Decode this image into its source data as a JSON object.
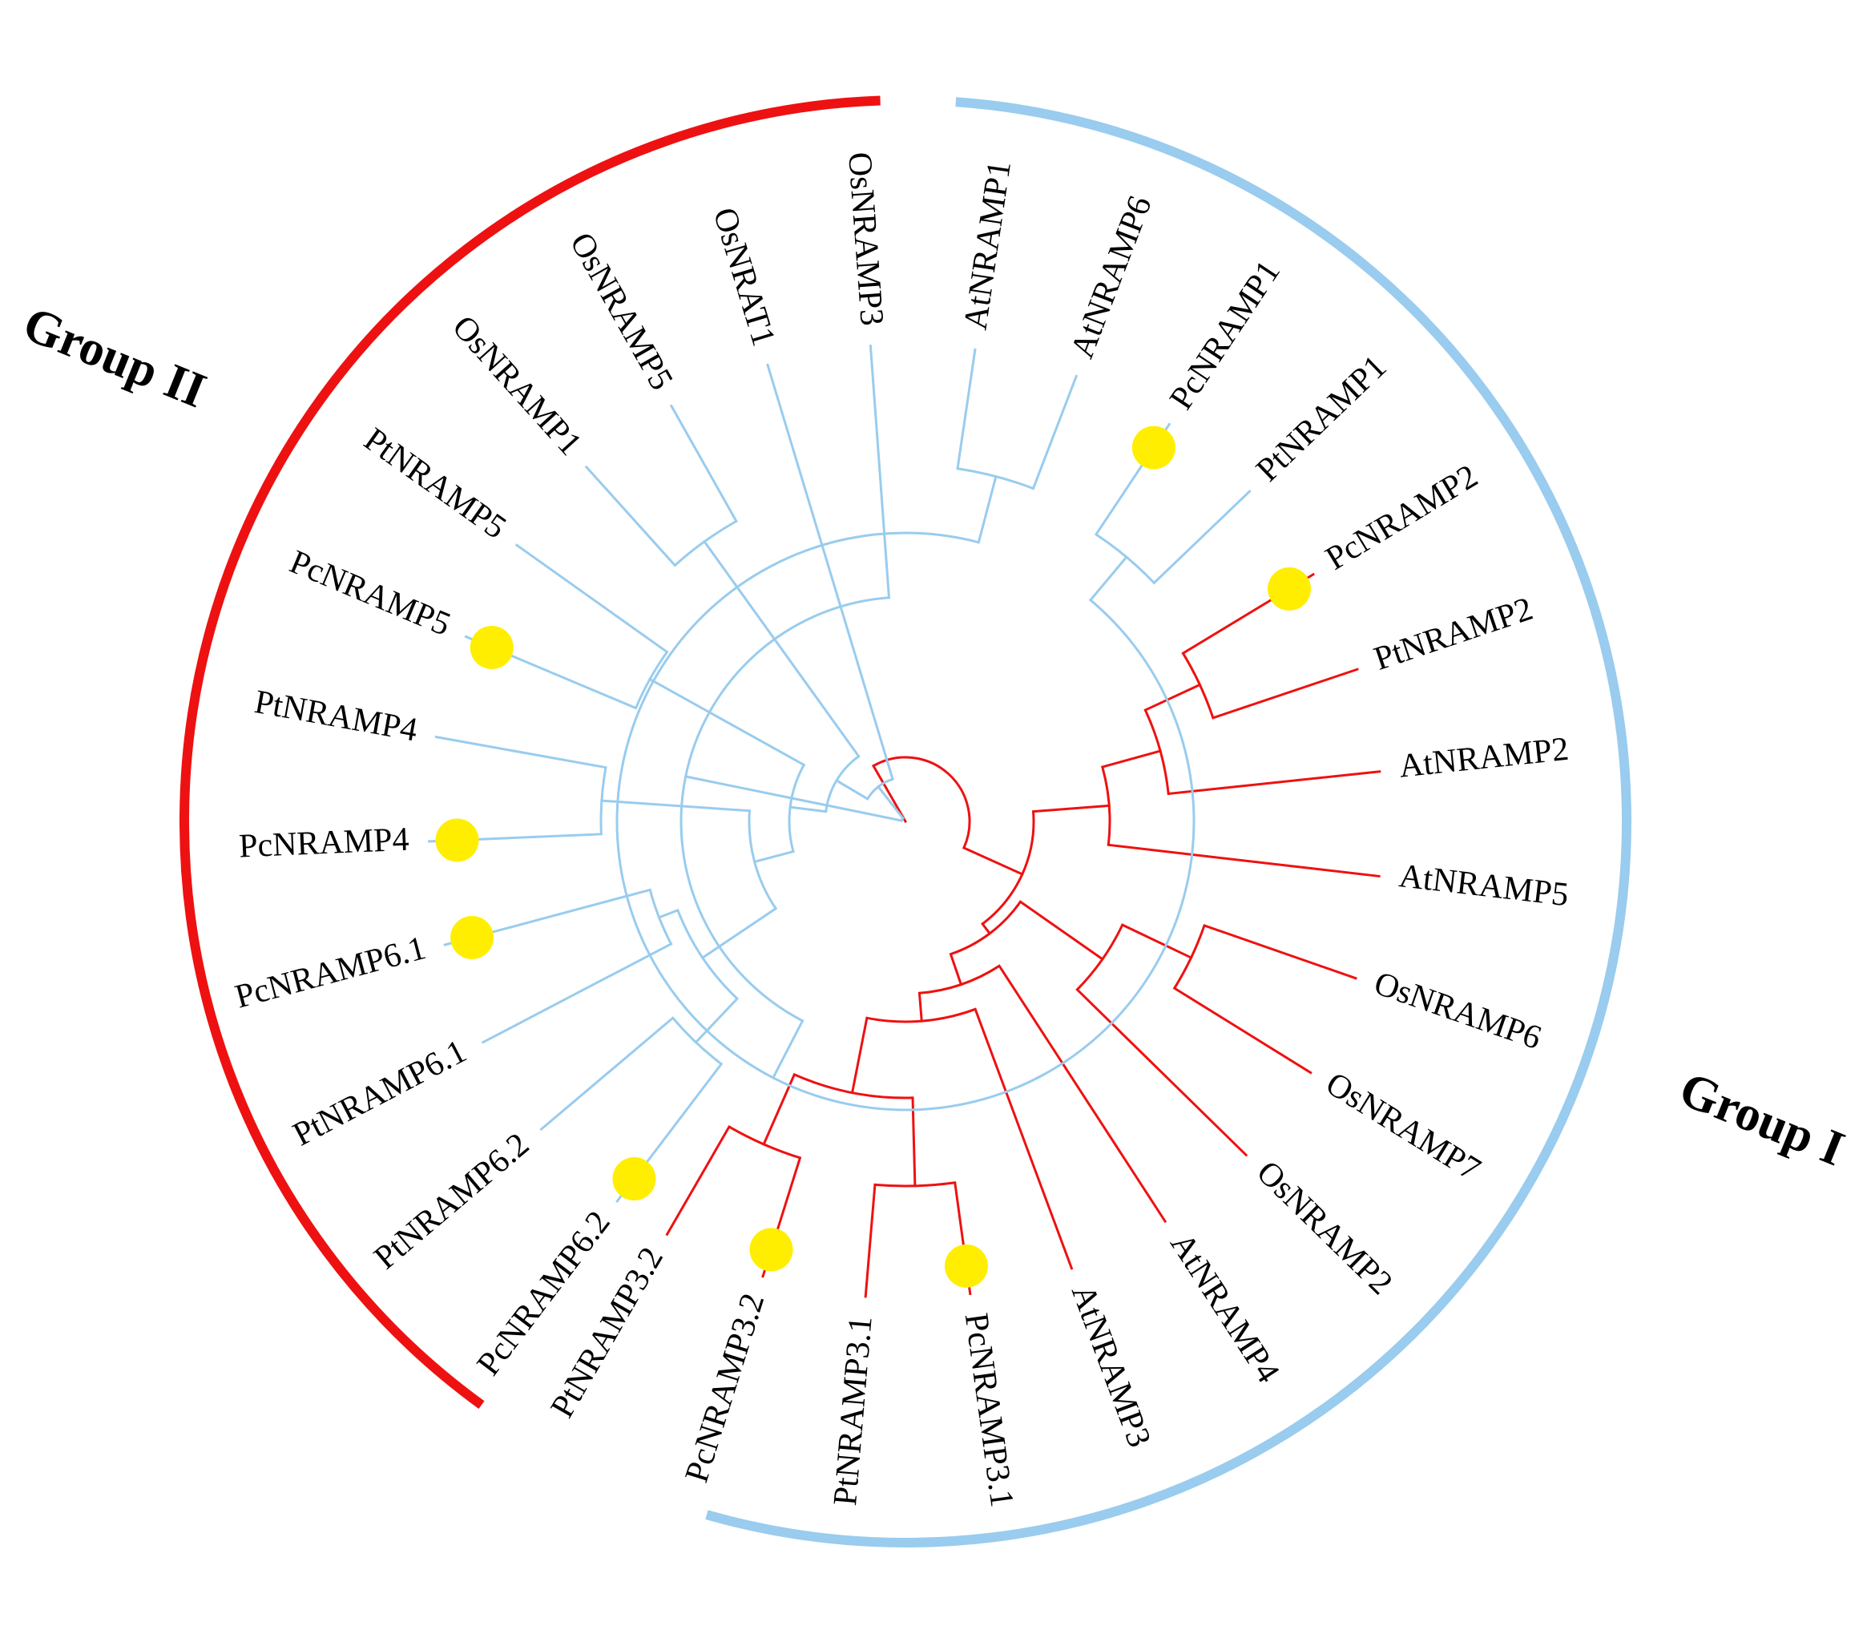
{
  "colors": {
    "group_ii": "#ee1111",
    "group_i": "#99ccee",
    "highlight_marker": "#ffee00",
    "text": "#000000"
  },
  "groups": {
    "group_ii": {
      "label": "Group II",
      "color": "#ee1111"
    },
    "group_i": {
      "label": "Group I",
      "color": "#99ccee"
    }
  },
  "leaves": [
    {
      "label": "PtNRAMP3.2",
      "group": "group_ii",
      "marker": false
    },
    {
      "label": "PcNRAMP3.2",
      "group": "group_ii",
      "marker": true
    },
    {
      "label": "PtNRAMP3.1",
      "group": "group_ii",
      "marker": false
    },
    {
      "label": "PcNRAMP3.1",
      "group": "group_ii",
      "marker": true
    },
    {
      "label": "AtNRAMP3",
      "group": "group_ii",
      "marker": false
    },
    {
      "label": "AtNRAMP4",
      "group": "group_ii",
      "marker": false
    },
    {
      "label": "OsNRAMP2",
      "group": "group_ii",
      "marker": false
    },
    {
      "label": "OsNRAMP7",
      "group": "group_ii",
      "marker": false
    },
    {
      "label": "OsNRAMP6",
      "group": "group_ii",
      "marker": false
    },
    {
      "label": "AtNRAMP5",
      "group": "group_ii",
      "marker": false
    },
    {
      "label": "AtNRAMP2",
      "group": "group_ii",
      "marker": false
    },
    {
      "label": "PtNRAMP2",
      "group": "group_ii",
      "marker": false
    },
    {
      "label": "PcNRAMP2",
      "group": "group_ii",
      "marker": true
    },
    {
      "label": "PtNRAMP1",
      "group": "group_i",
      "marker": false
    },
    {
      "label": "PcNRAMP1",
      "group": "group_i",
      "marker": true
    },
    {
      "label": "AtNRAMP6",
      "group": "group_i",
      "marker": false
    },
    {
      "label": "AtNRAMP1",
      "group": "group_i",
      "marker": false
    },
    {
      "label": "OsNRAMP3",
      "group": "group_i",
      "marker": false
    },
    {
      "label": "OsNRAT1",
      "group": "group_i",
      "marker": false
    },
    {
      "label": "OsNRAMP5",
      "group": "group_i",
      "marker": false
    },
    {
      "label": "OsNRAMP1",
      "group": "group_i",
      "marker": false
    },
    {
      "label": "PtNRAMP5",
      "group": "group_i",
      "marker": false
    },
    {
      "label": "PcNRAMP5",
      "group": "group_i",
      "marker": true
    },
    {
      "label": "PtNRAMP4",
      "group": "group_i",
      "marker": false
    },
    {
      "label": "PcNRAMP4",
      "group": "group_i",
      "marker": true
    },
    {
      "label": "PcNRAMP6.1",
      "group": "group_i",
      "marker": true
    },
    {
      "label": "PtNRAMP6.1",
      "group": "group_i",
      "marker": false
    },
    {
      "label": "PtNRAMP6.2",
      "group": "group_i",
      "marker": false
    },
    {
      "label": "PcNRAMP6.2",
      "group": "group_i",
      "marker": true
    }
  ]
}
